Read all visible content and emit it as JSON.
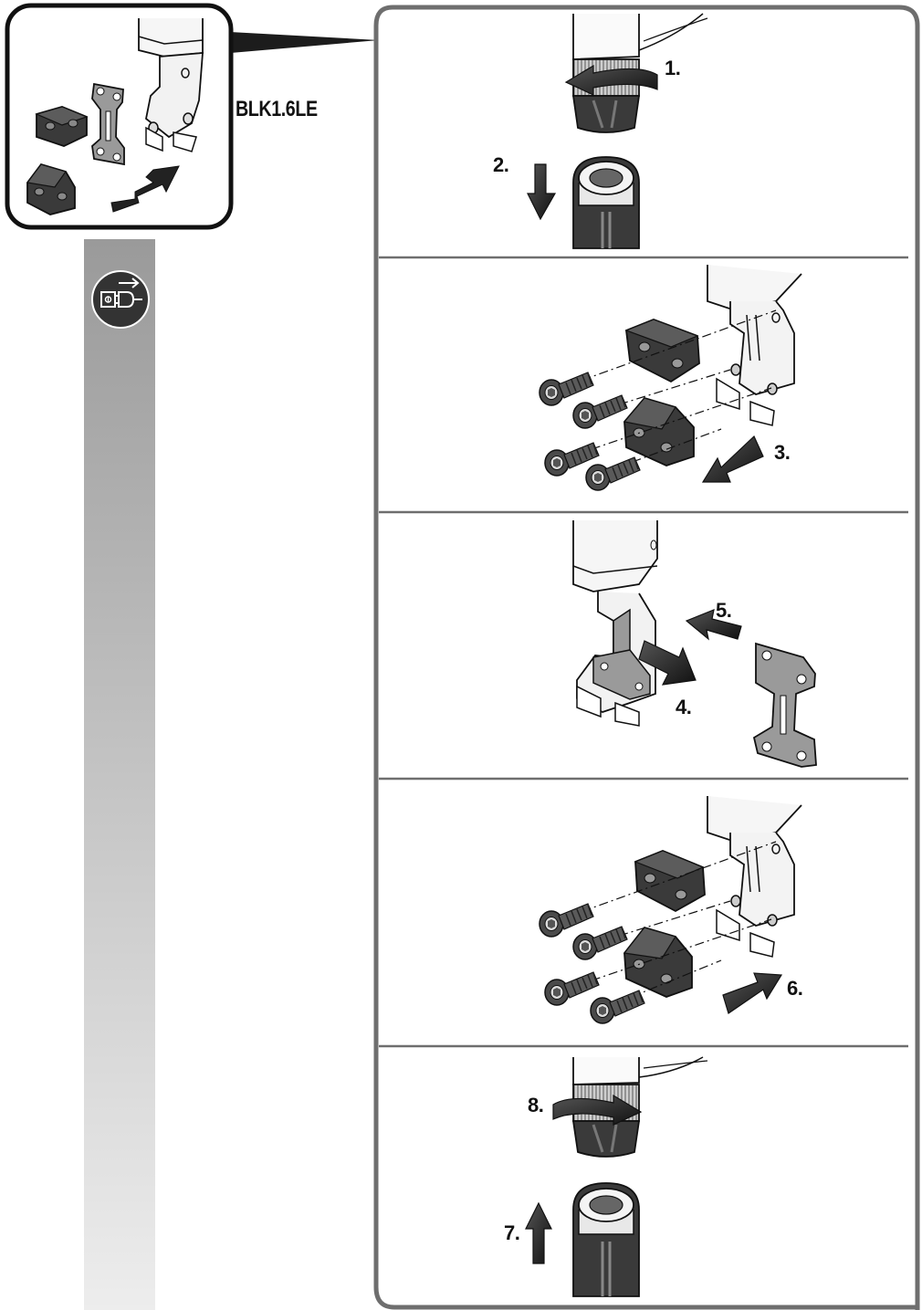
{
  "inset": {
    "model_label": "BLK1.6LE"
  },
  "side_icon": {
    "name": "unplug-power-icon"
  },
  "steps": [
    {
      "label": "1."
    },
    {
      "label": "2."
    },
    {
      "label": "3."
    },
    {
      "label": "4."
    },
    {
      "label": "5."
    },
    {
      "label": "6."
    },
    {
      "label": "7."
    },
    {
      "label": "8."
    }
  ],
  "colors": {
    "frame": "#6e6e6e",
    "part_dark": "#3a3a3a",
    "part_light": "#f4f4f4",
    "side_strip_top": "#9a9a9a",
    "side_strip_bottom": "#ececec",
    "arrow": "#222222"
  }
}
